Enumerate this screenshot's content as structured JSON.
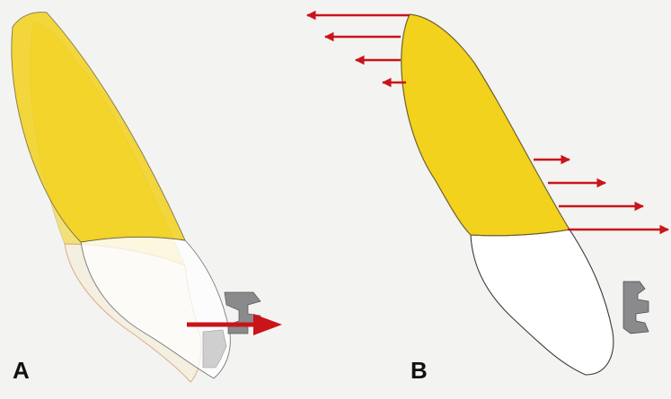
{
  "panels": [
    {
      "id": "A",
      "label": "A"
    },
    {
      "id": "B",
      "label": "B"
    }
  ],
  "colors": {
    "background": "#f3f3f1",
    "root": "#f2d21c",
    "root_outline": "#6e6232",
    "crown": "#ffffff",
    "crown_faint": "#f4efe0",
    "crown_faint_outline": "#e0a57a",
    "bracket": "#8a8a8c",
    "arrow": "#c9141a"
  },
  "icons": {
    "force_arrow": "right-arrow",
    "bracket": "orthodontic-bracket"
  }
}
